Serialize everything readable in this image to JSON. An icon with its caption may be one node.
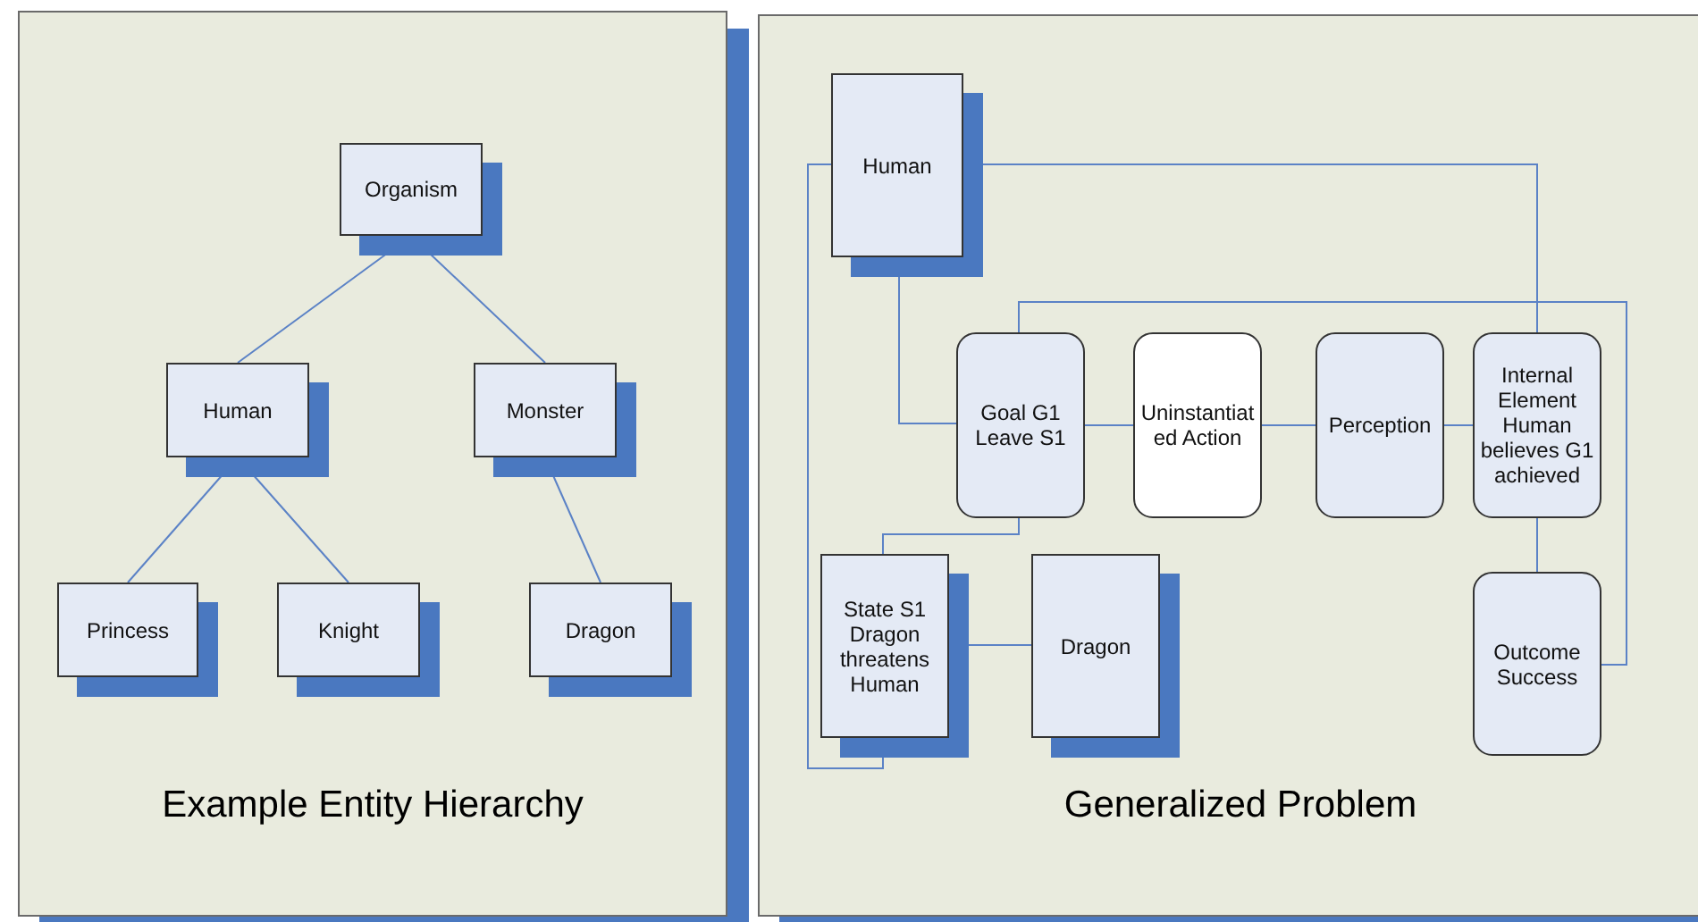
{
  "diagram": {
    "nodes": [
      {
        "text": [
          "Example Entity Hierarchy"
        ]
      },
      {
        "text": [
          "Organism"
        ],
        "in": 0
      },
      {
        "text": [
          "Human"
        ],
        "in": 0
      },
      {
        "text": [
          "Monster"
        ],
        "in": 0
      },
      {
        "text": [
          "Princess"
        ],
        "in": 0
      },
      {
        "text": [
          "Knight"
        ],
        "in": 0
      },
      {
        "text": [
          "Dragon"
        ],
        "in": 0
      },
      {
        "text": [
          "Generalized Problem"
        ]
      },
      {
        "text": [
          "Human"
        ],
        "in": 7
      },
      {
        "text": [
          "Goal G1 Leave S1"
        ],
        "in": 7
      },
      {
        "text": [
          "Uninstantiated Action"
        ],
        "in": 7
      },
      {
        "text": [
          "Perception"
        ],
        "in": 7
      },
      {
        "text": [
          "Internal Element Human believes G1 achieved"
        ],
        "in": 7
      },
      {
        "text": [
          "State S1 Dragon threatens Human"
        ],
        "in": 7
      },
      {
        "text": [
          "Dragon"
        ],
        "in": 7
      },
      {
        "text": [
          "Outcome Success"
        ],
        "in": 7
      }
    ],
    "edges": [
      {
        "from": 1,
        "to": 2,
        "arrow": "none"
      },
      {
        "from": 1,
        "to": 3,
        "arrow": "none"
      },
      {
        "from": 2,
        "to": 4,
        "arrow": "none"
      },
      {
        "from": 2,
        "to": 5,
        "arrow": "none"
      },
      {
        "from": 3,
        "to": 6,
        "arrow": "none"
      },
      {
        "from": 8,
        "to": 13,
        "arrow": "none"
      },
      {
        "from": 8,
        "to": 12,
        "arrow": "none"
      },
      {
        "from": 8,
        "to": 9,
        "arrow": "none"
      },
      {
        "from": 9,
        "to": 10,
        "arrow": "none"
      },
      {
        "from": 10,
        "to": 11,
        "arrow": "none"
      },
      {
        "from": 11,
        "to": 12,
        "arrow": "none"
      },
      {
        "from": 9,
        "to": 15,
        "arrow": "none"
      },
      {
        "from": 9,
        "to": 13,
        "arrow": "none"
      },
      {
        "from": 13,
        "to": 14,
        "arrow": "none"
      },
      {
        "from": 12,
        "to": 15,
        "arrow": "none"
      }
    ]
  }
}
